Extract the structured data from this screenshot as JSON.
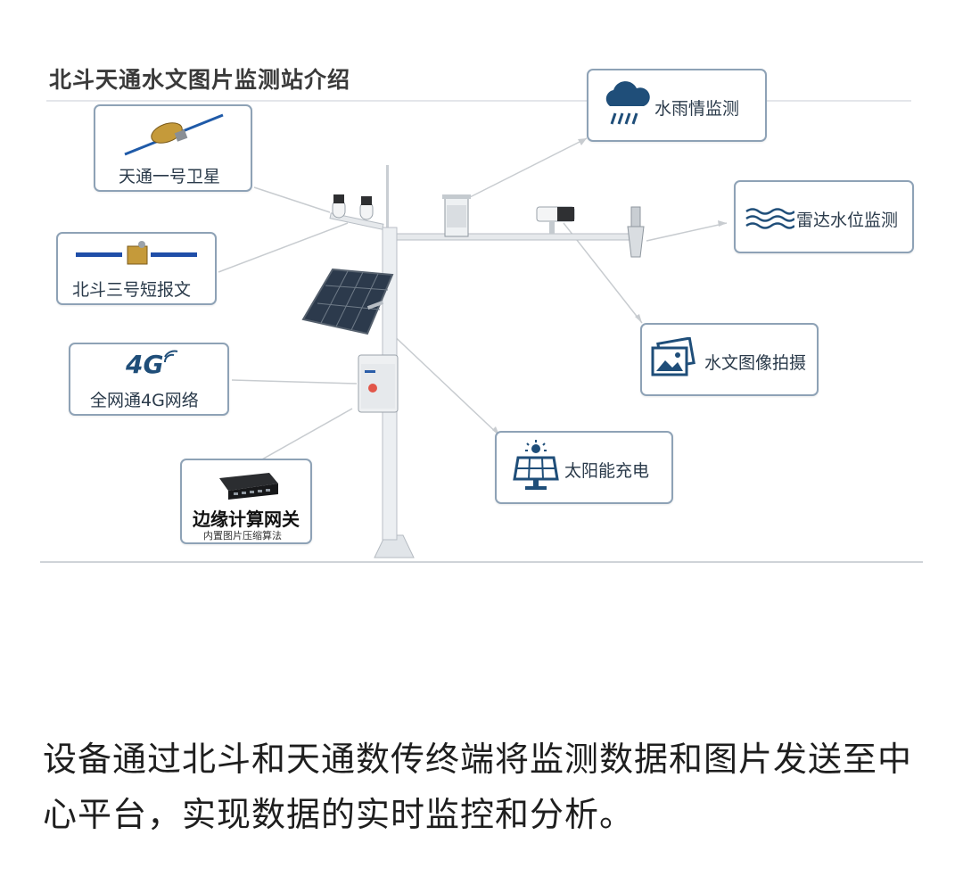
{
  "diagram": {
    "title": "北斗天通水文图片监测站介绍",
    "modules": {
      "tiantong": "天通一号卫星",
      "beidou": "北斗三号短报文",
      "network_4g_badge": "4G",
      "network_4g": "全网通4G网络",
      "edge_gateway": "边缘计算网关",
      "edge_gateway_sub": "内置图片压缩算法",
      "rain": "水雨情监测",
      "radar": "雷达水位监测",
      "camera": "水文图像拍摄",
      "solar": "太阳能充电"
    }
  },
  "caption": "设备通过北斗和天通数传终端将监测数据和图片发送至中心平台，实现数据的实时监控和分析。",
  "colors": {
    "card_border": "#8ea2b6",
    "icon_blue": "#1f4e79",
    "pole": "#e8ebee",
    "line": "#c8ccd0"
  }
}
